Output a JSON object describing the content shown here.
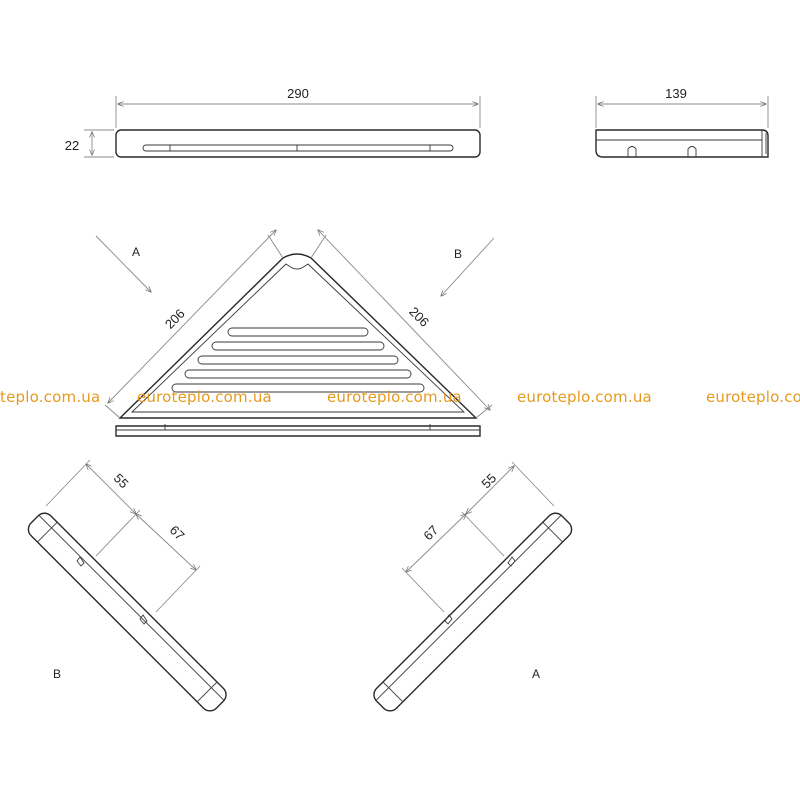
{
  "drawing": {
    "dimensions": {
      "top_width": "290",
      "top_height": "22",
      "side_depth": "139",
      "edge_left": "206",
      "edge_right": "206",
      "side_b_55": "55",
      "side_b_67": "67",
      "side_a_55": "55",
      "side_a_67": "67"
    },
    "view_labels": {
      "arrow_a": "A",
      "arrow_b": "B",
      "view_b": "B",
      "view_a": "A"
    }
  },
  "watermark": {
    "w1": "teplo.com.ua",
    "w2": "euroteplo.com.ua",
    "w3": "euroteplo.com.ua",
    "w4": "euroteplo.com.ua",
    "w5": "euroteplo.com.ua",
    "color": "#e59a1e"
  }
}
